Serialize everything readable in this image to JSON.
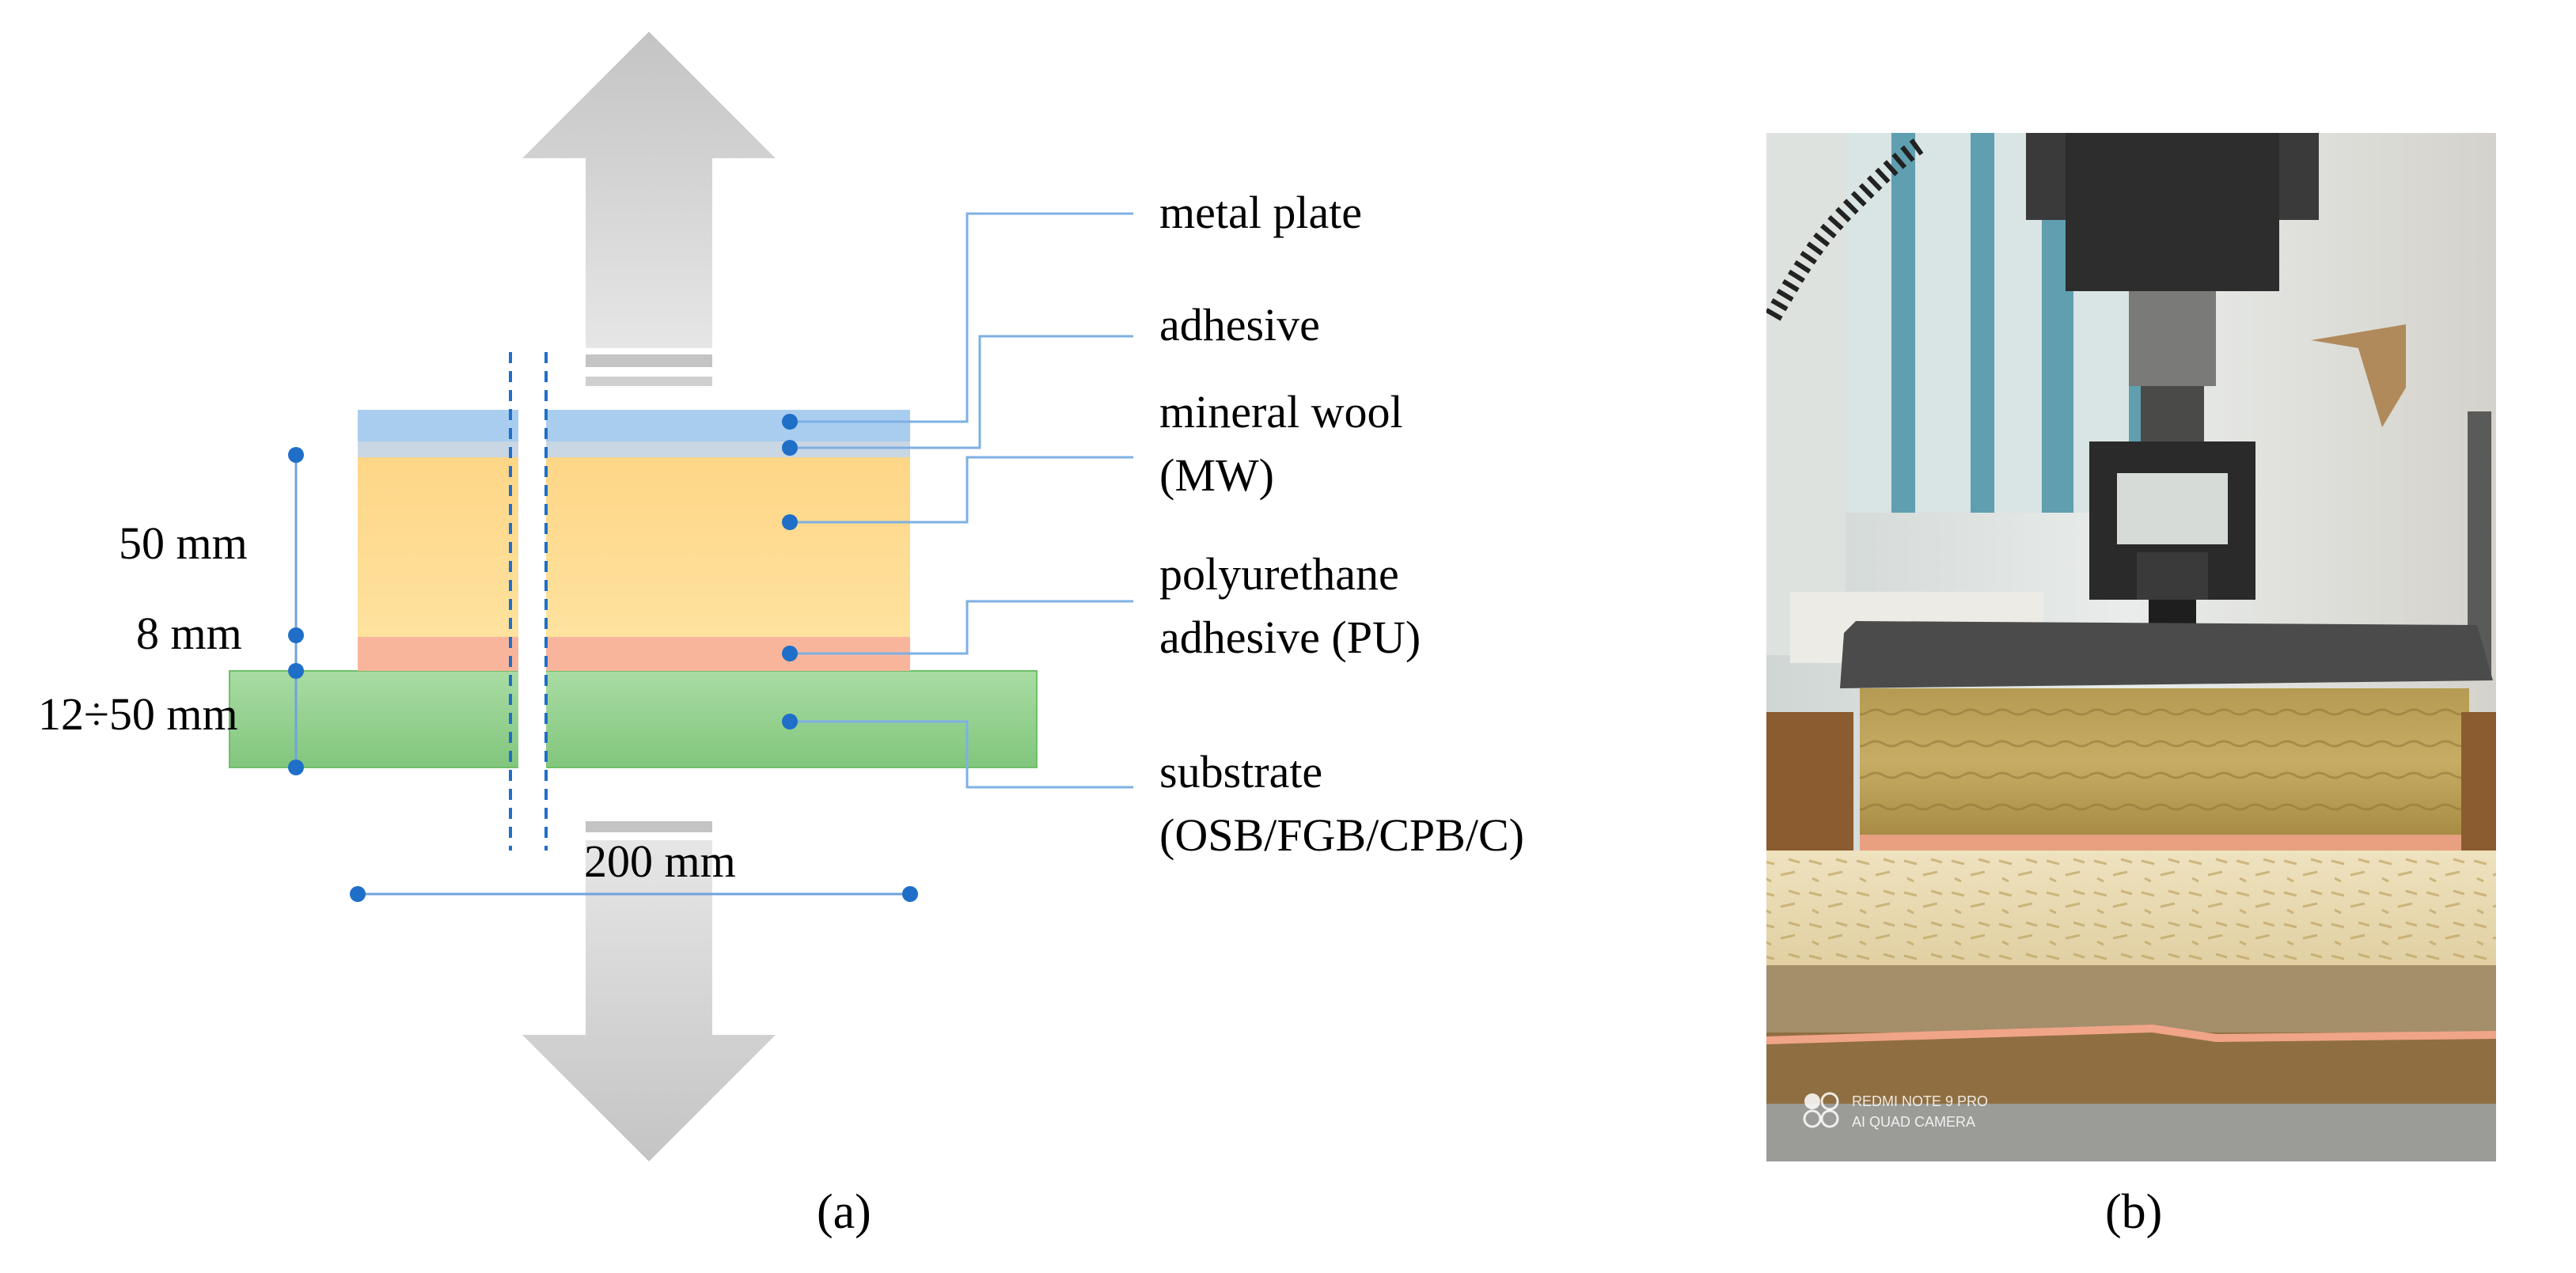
{
  "panel_a": {
    "caption": "(a)",
    "layers": {
      "metal_plate": "metal plate",
      "adhesive": "adhesive",
      "mineral_wool_1": "mineral wool",
      "mineral_wool_2": "(MW)",
      "pu_1": "polyurethane",
      "pu_2": "adhesive (PU)",
      "substrate_1": "substrate",
      "substrate_2": "(OSB/FGB/CPB/C)"
    },
    "dimensions": {
      "mw_thickness": "50 mm",
      "pu_thickness": "8 mm",
      "substrate_thickness": "12÷50 mm",
      "width": "200 mm"
    },
    "colors": {
      "metal_plate": "#a9cdef",
      "adhesive": "#c9d6e4",
      "mineral_wool": "#fedb8c",
      "pu_adhesive": "#f8b59c",
      "substrate": "#96d191",
      "leader": "#6fa3dd",
      "dot": "#1f6fc8",
      "arrow": "#c8c8c8"
    }
  },
  "panel_b": {
    "caption": "(b)",
    "watermark_1": "REDMI NOTE 9 PRO",
    "watermark_2": "AI QUAD CAMERA"
  }
}
